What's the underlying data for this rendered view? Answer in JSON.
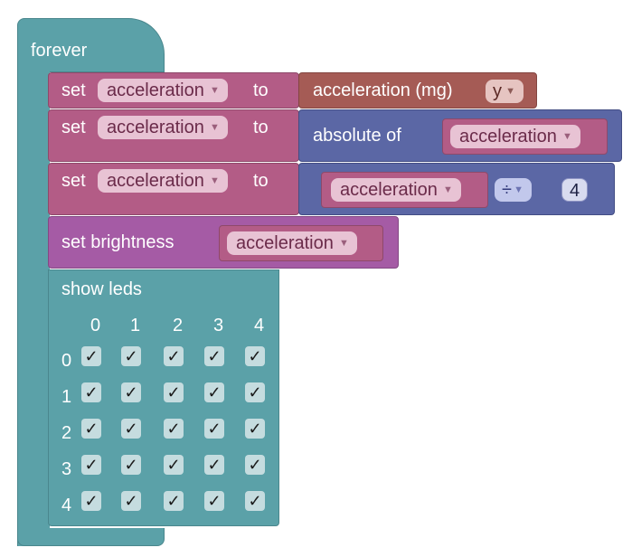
{
  "forever_label": "forever",
  "set1": {
    "set": "set",
    "var": "acceleration",
    "to": "to",
    "value_block": "acceleration (mg)",
    "axis": "y"
  },
  "set2": {
    "set": "set",
    "var": "acceleration",
    "to": "to",
    "func": "absolute of",
    "arg": "acceleration"
  },
  "set3": {
    "set": "set",
    "var": "acceleration",
    "to": "to",
    "left": "acceleration",
    "op": "÷",
    "right": "4"
  },
  "brightness": {
    "label": "set brightness",
    "arg": "acceleration"
  },
  "show_leds": {
    "label": "show leds",
    "columns": [
      "0",
      "1",
      "2",
      "3",
      "4"
    ],
    "rows": [
      "0",
      "1",
      "2",
      "3",
      "4"
    ],
    "check_glyph": "✓",
    "states": [
      [
        true,
        true,
        true,
        true,
        true
      ],
      [
        true,
        true,
        true,
        true,
        true
      ],
      [
        true,
        true,
        true,
        true,
        true
      ],
      [
        true,
        true,
        true,
        true,
        true
      ],
      [
        true,
        true,
        true,
        true,
        true
      ]
    ]
  },
  "colors": {
    "loops": "#5ba1a8",
    "variables": "#b35c86",
    "input": "#a55b55",
    "math": "#5b67a5",
    "led": "#a55ba5"
  },
  "icons": {
    "dropdown": "dropdown-triangle-icon"
  }
}
